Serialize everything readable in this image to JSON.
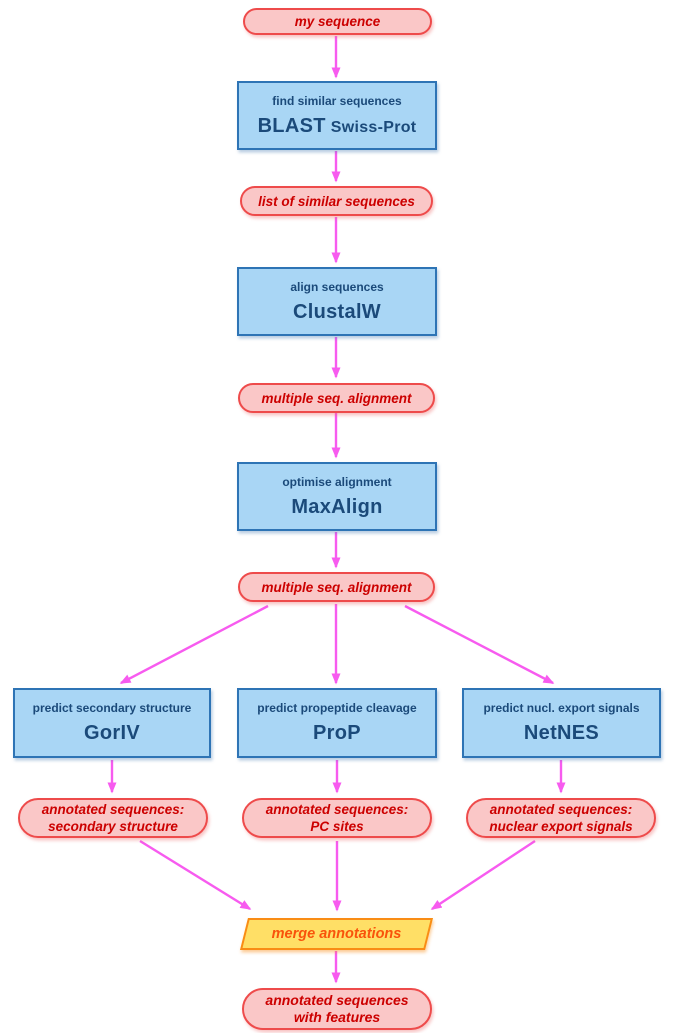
{
  "colors": {
    "bg": "#FFFFFF",
    "pill_fill": "#FAC7C7",
    "pill_border": "#EE4B4B",
    "pill_text": "#CC0000",
    "box_fill": "#A9D6F5",
    "box_border": "#2E74B5",
    "box_text": "#1B4A7A",
    "arrow": "#F75BEF",
    "merge_fill": "#FFDF66",
    "merge_border": "#F98C15",
    "merge_text": "#F9530B"
  },
  "nodes": {
    "my_sequence": {
      "shape": "pill",
      "label": "my sequence"
    },
    "blast": {
      "shape": "process",
      "task": "find similar sequences",
      "tool": "BLAST",
      "suffix": "Swiss-Prot"
    },
    "list_similar": {
      "shape": "pill",
      "label": "list of similar sequences"
    },
    "clustalw": {
      "shape": "process",
      "task": "align sequences",
      "tool": "ClustalW"
    },
    "msa1": {
      "shape": "pill",
      "label": "multiple seq. alignment"
    },
    "maxalign": {
      "shape": "process",
      "task": "optimise alignment",
      "tool": "MaxAlign"
    },
    "msa2": {
      "shape": "pill",
      "label": "multiple seq. alignment"
    },
    "goriv": {
      "shape": "process",
      "task": "predict secondary structure",
      "tool": "GorIV"
    },
    "prop": {
      "shape": "process",
      "task": "predict propeptide cleavage",
      "tool": "ProP"
    },
    "netnes": {
      "shape": "process",
      "task": "predict nucl. export signals",
      "tool": "NetNES"
    },
    "ann_ss": {
      "shape": "pill",
      "line1": "annotated sequences:",
      "line2": "secondary structure"
    },
    "ann_pc": {
      "shape": "pill",
      "line1": "annotated sequences:",
      "line2": "PC sites"
    },
    "ann_nes": {
      "shape": "pill",
      "line1": "annotated sequences:",
      "line2": "nuclear export signals"
    },
    "merge": {
      "shape": "parallelogram",
      "label": "merge annotations"
    },
    "final": {
      "shape": "pill",
      "line1": "annotated sequences",
      "line2": "with features"
    }
  },
  "edges": [
    {
      "from": "my_sequence",
      "to": "blast"
    },
    {
      "from": "blast",
      "to": "list_similar"
    },
    {
      "from": "list_similar",
      "to": "clustalw"
    },
    {
      "from": "clustalw",
      "to": "msa1"
    },
    {
      "from": "msa1",
      "to": "maxalign"
    },
    {
      "from": "maxalign",
      "to": "msa2"
    },
    {
      "from": "msa2",
      "to": "goriv"
    },
    {
      "from": "msa2",
      "to": "prop"
    },
    {
      "from": "msa2",
      "to": "netnes"
    },
    {
      "from": "goriv",
      "to": "ann_ss"
    },
    {
      "from": "prop",
      "to": "ann_pc"
    },
    {
      "from": "netnes",
      "to": "ann_nes"
    },
    {
      "from": "ann_ss",
      "to": "merge"
    },
    {
      "from": "ann_pc",
      "to": "merge"
    },
    {
      "from": "ann_nes",
      "to": "merge"
    },
    {
      "from": "merge",
      "to": "final"
    }
  ]
}
